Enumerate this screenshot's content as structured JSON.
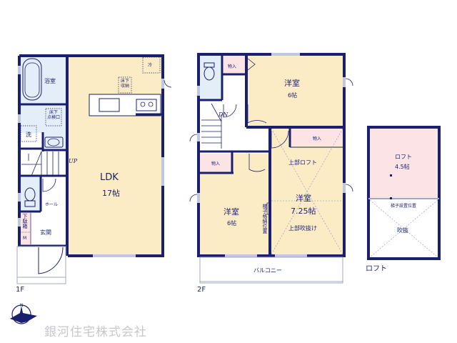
{
  "colors": {
    "wall": "#1a1f6e",
    "wet_area": "#e4eef9",
    "living": "#fbecc6",
    "storage": "#fbe3e6",
    "loft": "#fbe3e6",
    "company_text": "#c8c8cc"
  },
  "floor1": {
    "label": "1F",
    "rooms": {
      "bath": "浴室",
      "underfloor_storage": "床下\n収納",
      "fridge": "冷",
      "inspection_hatch": "床下\n点検口",
      "washer": "洗",
      "up": "UP",
      "ldk_name": "LDK",
      "ldk_size": "17帖",
      "hall": "ホール",
      "shoe_box": "下駄箱",
      "shoe_box_m": "M",
      "entrance": "玄関"
    }
  },
  "floor2": {
    "label": "2F",
    "rooms": {
      "storage_top": "物入",
      "western1_name": "洋室",
      "western1_size": "6帖",
      "dn": "DN",
      "storage_mid": "物入",
      "storage_right": "物入",
      "upper_loft": "上部ロフト",
      "western2_name": "洋室",
      "western2_size": "6帖",
      "ladder_storage": "梯子格納位置",
      "western3_name": "洋室",
      "western3_size": "7.25帖",
      "upper_void": "上部吹抜け",
      "balcony": "バルコニー"
    }
  },
  "loft": {
    "label": "ロフト",
    "rooms": {
      "loft_name": "ロフト",
      "loft_size": "4.5帖",
      "ladder_position": "梯子設置位置",
      "void": "吹抜"
    }
  },
  "compass": {
    "north_label": "N"
  },
  "company": {
    "name": "銀河住宅株式会社"
  }
}
